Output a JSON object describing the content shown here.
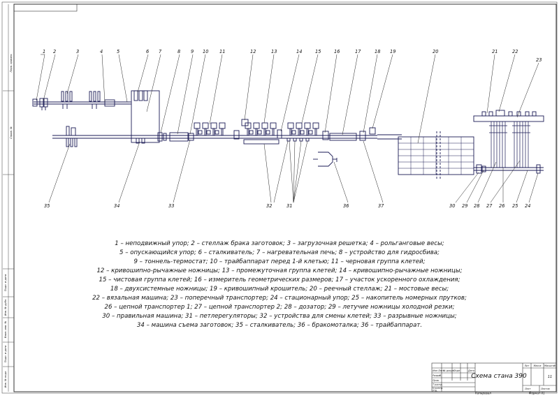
{
  "callouts_top": [
    "1",
    "2",
    "3",
    "4",
    "5",
    "6",
    "7",
    "8",
    "9",
    "10",
    "11",
    "12",
    "13",
    "14",
    "15",
    "16",
    "17",
    "18",
    "19",
    "20",
    "21",
    "22",
    "23"
  ],
  "callouts_bottom": [
    "35",
    "34",
    "33",
    "32",
    "31",
    "36",
    "37",
    "30",
    "29",
    "28",
    "27",
    "26",
    "25",
    "24"
  ],
  "legend_lines": [
    "1 – неподвижный упор; 2 – стеллаж брака заготовок; 3 – загрузочная решетка; 4 – рольганговые весы;",
    "5 – опускающийся упор; 6 – сталкиватель; 7 – нагревательная печь; 8 – устройство для гидросбива;",
    "9 – тоннель-термостат; 10 – трайбаппарат перед 1-й клетью; 11 – черновая группа клетей;",
    "12 – кривошипно-рычажные ножницы; 13 – промежуточная группа клетей; 14 – кривошипно-рычажные ножницы;",
    "15 – чистовая группа клетей; 16 – измеритель геометрических размеров; 17 – участок ускоренного охлаждения;",
    "18 – двухсистемные ножницы; 19 – кривошипный крошитель; 20 – реечный стеллаж; 21 – мостовые весы;",
    "22 – вязальная машина; 23 – поперечный транспортер; 24 – стационарный упор; 25 – накопитель номерных прутков;",
    "26 – цепной транспортер 1; 27 – цепной транспортер 2; 28 – дозатор; 29 – летучие ножницы холодной резки;",
    "30 – правильная машина; 31 – петлерегуляторы; 32 – устройства для смены клетей; 33 – разрывные ножницы;",
    "34 – машина съема заготовок; 35 – сталкиватель; 36 – бракомоталка; 36 – трайбаппарат."
  ],
  "title_block": {
    "title": "Схема стана 390",
    "sheet_number": "11",
    "col_lit": "Лит",
    "col_mass": "Масса",
    "col_scale": "Масштаб",
    "row_izm": "Изм Лист",
    "row_doc": "№ докум.",
    "row_sign": "Подп",
    "row_date": "Дата",
    "row_razrab": "Разраб.",
    "row_prov": "Пров.",
    "row_tkontr": "Т.контр.",
    "row_nkontr": "Н.контр.",
    "row_utv": "Утв.",
    "sheet_label": "Лист",
    "sheets_label": "Листов",
    "copied": "Копировал",
    "format": "Формат  А1"
  },
  "margin_labels": [
    "Перв. примен.",
    "Справ. №",
    "Подп. и дата",
    "Инв. № дубл.",
    "Взам. инв. №",
    "Подп. и дата",
    "Инв. № подл."
  ]
}
